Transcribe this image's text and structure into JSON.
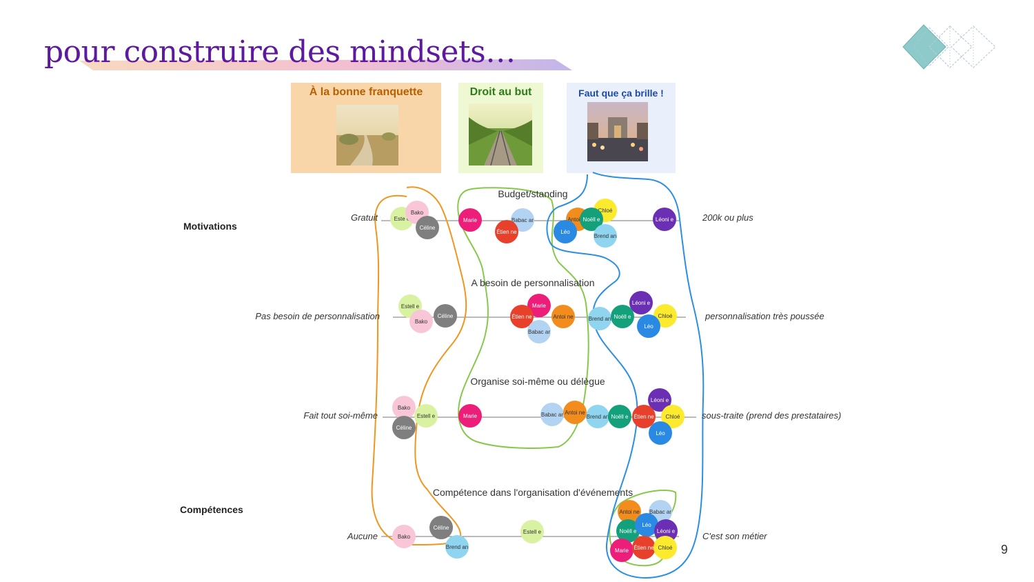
{
  "title": "pour construire des mindsets…",
  "page_number": "9",
  "colors": {
    "title": "#5d1a9e",
    "orange_group": "#f0961e",
    "green_group": "#86c94a",
    "blue_group": "#2b8ee0"
  },
  "cards": [
    {
      "title": "À la bonne franquette",
      "bg": "#f9d6a9",
      "title_color": "#b85f00",
      "image": "country-road-photo"
    },
    {
      "title": "Droit au but",
      "bg": "#eef9d3",
      "title_color": "#2d7d1a",
      "image": "railway-track-photo"
    },
    {
      "title": "Faut que ça brille !",
      "bg": "#e9f0fb",
      "title_color": "#1e4aa6",
      "image": "arc-de-triomphe-photo"
    }
  ],
  "groups": {
    "motivations": "Motivations",
    "competences": "Compétences"
  },
  "axes": [
    {
      "title": "Budget/standing",
      "left": "Gratuit",
      "right": "200k ou plus",
      "dots": [
        {
          "name": "Estelle",
          "label": "Este e"
        },
        {
          "name": "Bako",
          "label": "Bako"
        },
        {
          "name": "Céline",
          "label": "Céline"
        },
        {
          "name": "Marie",
          "label": "Marie"
        },
        {
          "name": "Babacar",
          "label": "Babac ar"
        },
        {
          "name": "Etienne",
          "label": "Étien ne"
        },
        {
          "name": "Antoine",
          "label": "Antoi ne"
        },
        {
          "name": "Chloé",
          "label": "Chloé"
        },
        {
          "name": "Noëlle",
          "label": "Noëll e"
        },
        {
          "name": "Léo",
          "label": "Léo"
        },
        {
          "name": "Brendan",
          "label": "Brend an"
        },
        {
          "name": "Léonie",
          "label": "Léoni e"
        }
      ]
    },
    {
      "title": "A besoin de personnalisation",
      "left": "Pas besoin de personnalisation",
      "right": "personnalisation très poussée",
      "dots": [
        {
          "name": "Estelle",
          "label": "Estell e"
        },
        {
          "name": "Bako",
          "label": "Bako"
        },
        {
          "name": "Céline",
          "label": "Céline"
        },
        {
          "name": "Marie",
          "label": "Marie"
        },
        {
          "name": "Etienne",
          "label": "Étien ne"
        },
        {
          "name": "Antoine",
          "label": "Antoi ne"
        },
        {
          "name": "Babacar",
          "label": "Babac ar"
        },
        {
          "name": "Brendan",
          "label": "Brend an"
        },
        {
          "name": "Léonie",
          "label": "Léoni e"
        },
        {
          "name": "Noëlle",
          "label": "Noëll e"
        },
        {
          "name": "Chloé",
          "label": "Chloé"
        },
        {
          "name": "Léo",
          "label": "Léo"
        }
      ]
    },
    {
      "title": "Organise soi-même ou délègue",
      "left": "Fait tout soi-même",
      "right": "sous-traite (prend des prestataires)",
      "dots": [
        {
          "name": "Bako",
          "label": "Bako"
        },
        {
          "name": "Estelle",
          "label": "Estell e"
        },
        {
          "name": "Céline",
          "label": "Céline"
        },
        {
          "name": "Marie",
          "label": "Marie"
        },
        {
          "name": "Babacar",
          "label": "Babac ar"
        },
        {
          "name": "Antoine",
          "label": "Antoi ne"
        },
        {
          "name": "Brendan",
          "label": "Brend an"
        },
        {
          "name": "Noëlle",
          "label": "Noëll e"
        },
        {
          "name": "Léonie",
          "label": "Léoni e"
        },
        {
          "name": "Etienne",
          "label": "Étien ne"
        },
        {
          "name": "Chloé",
          "label": "Chloé"
        },
        {
          "name": "Léo",
          "label": "Léo"
        }
      ]
    },
    {
      "title": "Compétence dans l'organisation d'événements",
      "left": "Aucune",
      "right": "C'est son métier",
      "dots": [
        {
          "name": "Bako",
          "label": "Bako"
        },
        {
          "name": "Céline",
          "label": "Céline"
        },
        {
          "name": "Brendan",
          "label": "Brend an"
        },
        {
          "name": "Estelle",
          "label": "Estell e"
        },
        {
          "name": "Antoine",
          "label": "Antoi ne"
        },
        {
          "name": "Babacar",
          "label": "Babac ar"
        },
        {
          "name": "Noëlle",
          "label": "Noëll e"
        },
        {
          "name": "Léo",
          "label": "Léo"
        },
        {
          "name": "Léonie",
          "label": "Léoni e"
        },
        {
          "name": "Marie",
          "label": "Marie"
        },
        {
          "name": "Etienne",
          "label": "Étien ne"
        },
        {
          "name": "Chloé",
          "label": "Chloé"
        }
      ]
    }
  ],
  "person_colors": {
    "Estelle": "#d8f2a2",
    "Bako": "#f9c6d8",
    "Céline": "#7f7f7f",
    "Marie": "#ec1e79",
    "Babacar": "#b3d3f2",
    "Etienne": "#e8412b",
    "Antoine": "#f28c1c",
    "Chloé": "#fbea2d",
    "Noëlle": "#13a07a",
    "Léo": "#2a8ae3",
    "Brendan": "#8fd5ef",
    "Léonie": "#6a2fb3"
  }
}
